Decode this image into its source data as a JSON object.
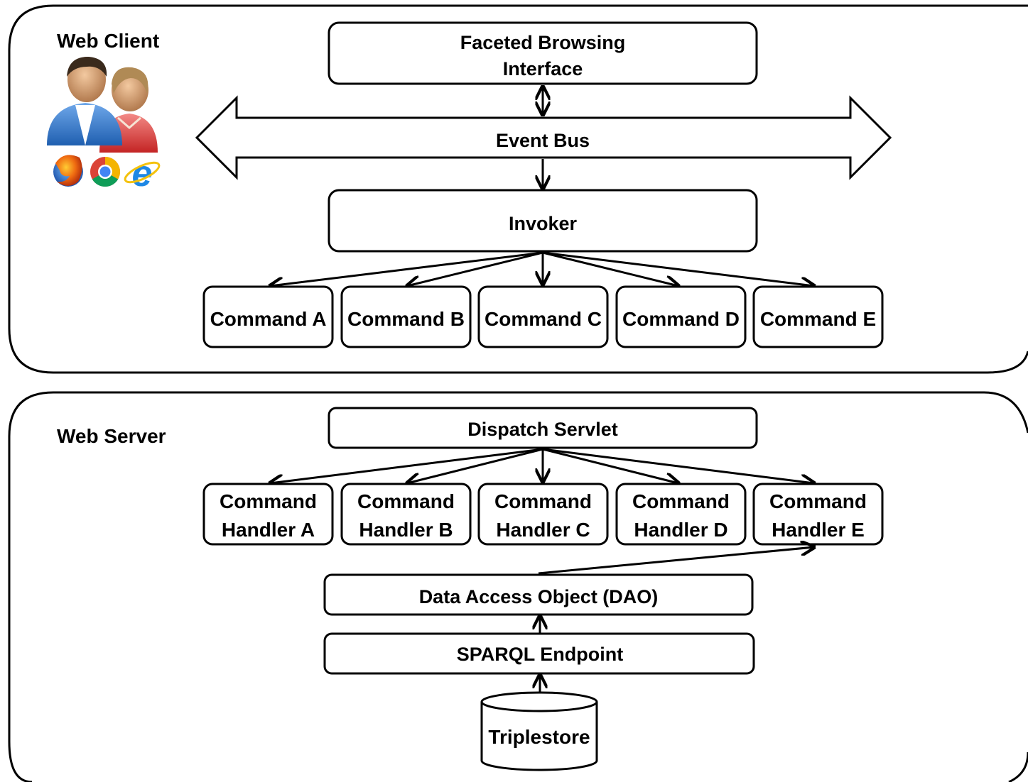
{
  "client": {
    "label": "Web Client",
    "faceted_line1": "Faceted Browsing",
    "faceted_line2": "Interface",
    "event_bus": "Event Bus",
    "invoker": "Invoker",
    "commands": [
      "Command A",
      "Command B",
      "Command C",
      "Command D",
      "Command E"
    ]
  },
  "server": {
    "label": "Web Server",
    "dispatch": "Dispatch Servlet",
    "handler_line1": "Command",
    "handlers_line2": [
      "Handler A",
      "Handler B",
      "Handler C",
      "Handler D",
      "Handler E"
    ],
    "dao": "Data Access Object (DAO)",
    "sparql": "SPARQL Endpoint",
    "triplestore": "Triplestore"
  },
  "icons": [
    "users-icon",
    "firefox-icon",
    "chrome-icon",
    "internet-explorer-icon"
  ]
}
